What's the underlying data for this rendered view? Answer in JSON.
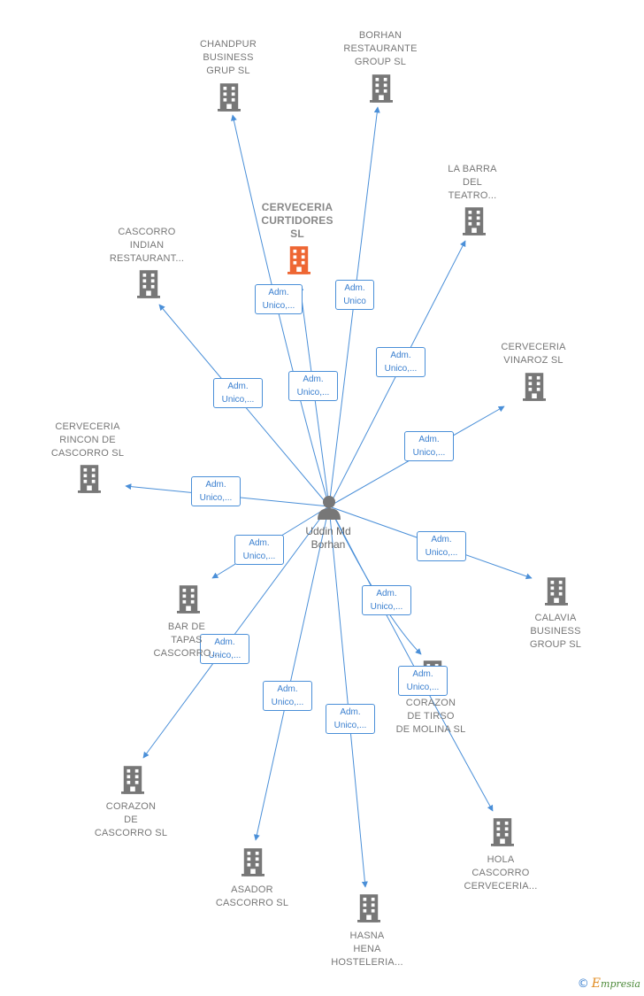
{
  "colors": {
    "edge": "#4a8fd8",
    "building": "#777777",
    "building_main": "#ee6633",
    "person": "#777777",
    "label_text": "#777777"
  },
  "person": {
    "label": "Uddin Md\nBorhan",
    "icon": "person-icon"
  },
  "companies": [
    {
      "id": "chandpur",
      "label": "CHANDPUR\nBUSINESS\nGRUP  SL",
      "main": false
    },
    {
      "id": "borhan",
      "label": "BORHAN\nRESTAURANTE\nGROUP  SL",
      "main": false
    },
    {
      "id": "labarra",
      "label": "LA BARRA\nDEL\nTEATRO...",
      "main": false
    },
    {
      "id": "curtidores",
      "label": "CERVECERIA\nCURTIDORES\nSL",
      "main": true
    },
    {
      "id": "cascorro-indian",
      "label": "CASCORRO\nINDIAN\nRESTAURANT...",
      "main": false
    },
    {
      "id": "vinaroz",
      "label": "CERVECERIA\nVINAROZ  SL",
      "main": false
    },
    {
      "id": "rincon",
      "label": "CERVECERIA\nRINCON DE\nCASCORRO  SL",
      "main": false
    },
    {
      "id": "calavia",
      "label": "CALAVIA\nBUSINESS\nGROUP SL",
      "main": false
    },
    {
      "id": "bar-tapas",
      "label": "BAR DE\nTAPAS\nCASCORRO...",
      "main": false
    },
    {
      "id": "corazon-tirso",
      "label": "CORAZON\nDE TIRSO\nDE MOLINA  SL",
      "main": false
    },
    {
      "id": "corazon-cascorro",
      "label": "CORAZON\nDE\nCASCORRO  SL",
      "main": false
    },
    {
      "id": "hola",
      "label": "HOLA\nCASCORRO\nCERVECERIA...",
      "main": false
    },
    {
      "id": "asador",
      "label": "ASADOR\nCASCORRO  SL",
      "main": false
    },
    {
      "id": "hasna",
      "label": "HASNA\nHENA\nHOSTELERIA...",
      "main": false
    }
  ],
  "relations": [
    {
      "to": "chandpur",
      "label": "Adm.\nUnico,..."
    },
    {
      "to": "curtidores",
      "label": "Adm.\nUnico,..."
    },
    {
      "to": "borhan",
      "label": "Adm.\nUnico"
    },
    {
      "to": "labarra",
      "label": "Adm.\nUnico,..."
    },
    {
      "to": "cascorro-indian",
      "label": "Adm.\nUnico,..."
    },
    {
      "to": "vinaroz",
      "label": "Adm.\nUnico,..."
    },
    {
      "to": "rincon",
      "label": "Adm.\nUnico,..."
    },
    {
      "to": "calavia",
      "label": "Adm.\nUnico,..."
    },
    {
      "to": "bar-tapas",
      "label": "Adm.\nUnico,..."
    },
    {
      "to": "corazon-tirso",
      "label": "Adm.\nUnico,..."
    },
    {
      "to": "corazon-cascorro",
      "label": "Adm.\nUnico,..."
    },
    {
      "to": "hola",
      "label": "Adm.\nUnico,..."
    },
    {
      "to": "asador",
      "label": "Adm.\nUnico,..."
    },
    {
      "to": "hasna",
      "label": "Adm.\nUnico,..."
    }
  ],
  "footer": {
    "copyright": "©",
    "brand_first": "E",
    "brand_rest": "mpresia"
  }
}
